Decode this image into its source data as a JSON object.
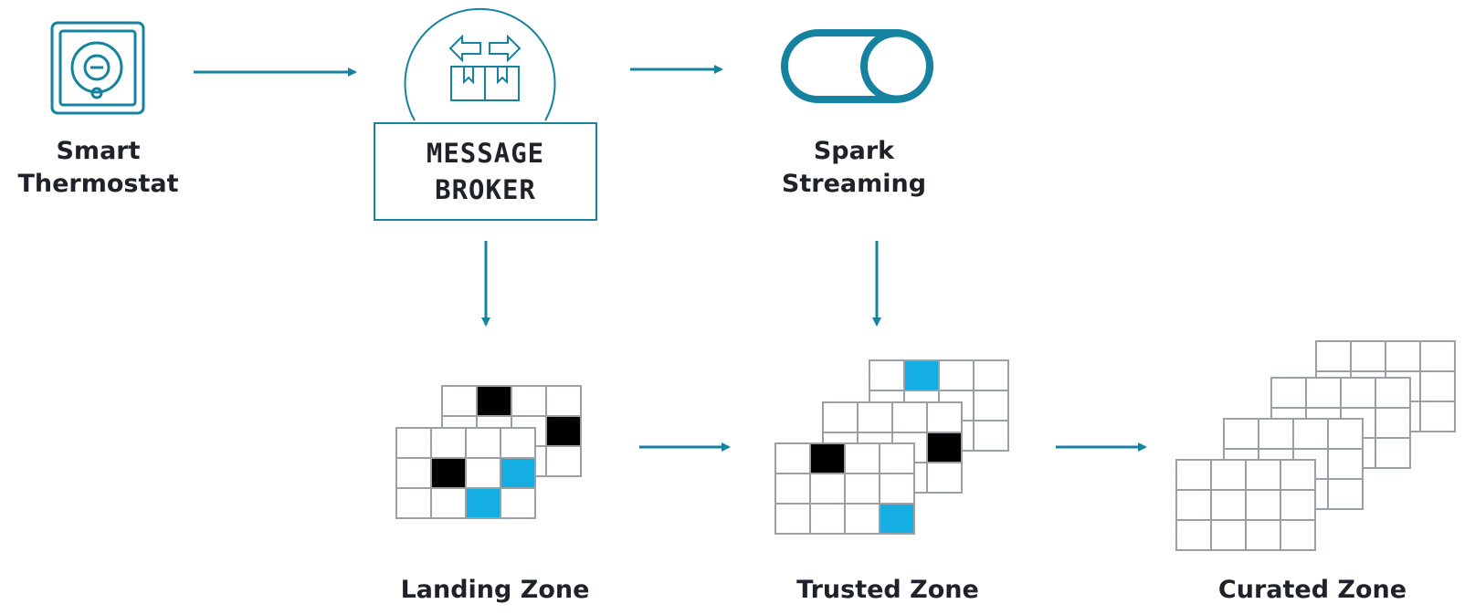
{
  "colors": {
    "teal": "#1583a0",
    "cyan_cell": "#15aee3",
    "black_cell": "#000000",
    "grid_line": "#9aa0a6",
    "text": "#1f2329"
  },
  "nodes": {
    "thermostat": {
      "line1": "Smart",
      "line2": "Thermostat",
      "icon": "thermostat-icon"
    },
    "broker": {
      "line1": "MESSAGE",
      "line2": "BROKER",
      "icon": "package-exchange-icon"
    },
    "spark": {
      "line1": "Spark",
      "line2": "Streaming",
      "icon": "toggle-icon"
    }
  },
  "zones": {
    "landing": {
      "label": "Landing Zone"
    },
    "trusted": {
      "label": "Trusted Zone"
    },
    "curated": {
      "label": "Curated Zone"
    }
  }
}
